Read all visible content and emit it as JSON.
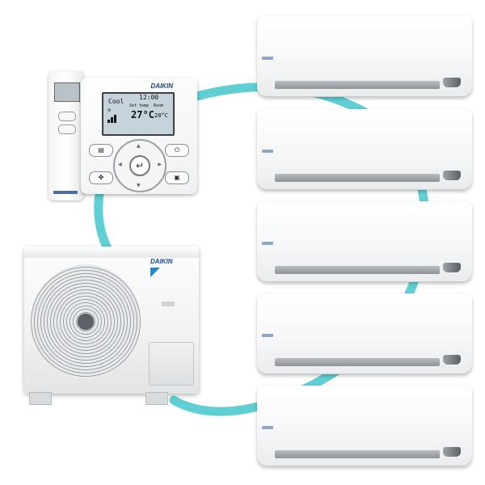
{
  "brand": "DAIKIN",
  "controller": {
    "mode": "Cool",
    "time": "12:00",
    "set_label": "Set temp",
    "room_label": "Room",
    "set_temp": "27°C",
    "room_temp": "28°C"
  },
  "colors": {
    "pipe": "#5fcfd4",
    "brand_blue": "#1c4a8c",
    "brand_cyan": "#1f89c9"
  },
  "icons": {
    "controller_buttons": [
      "mode-icon",
      "fan-icon",
      "power-icon",
      "menu-icon",
      "enter-icon"
    ]
  },
  "indoor_unit_count": 5
}
